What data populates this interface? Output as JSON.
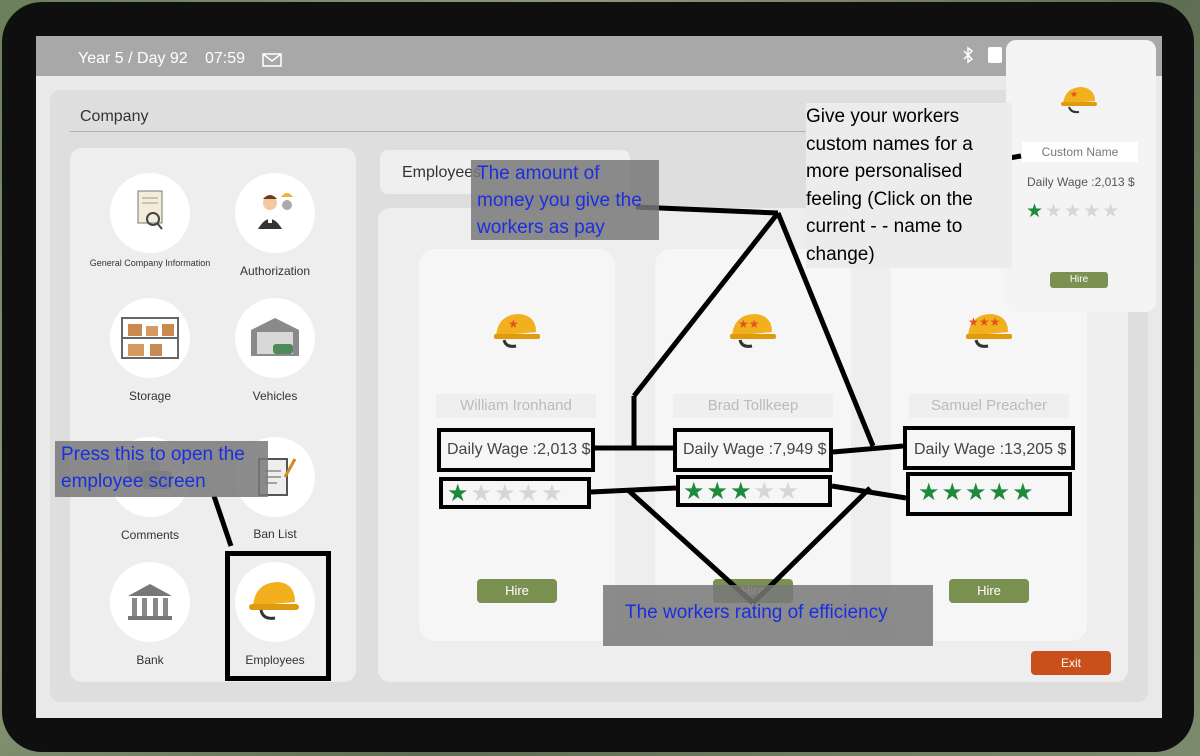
{
  "status_bar": {
    "date": "Year 5 / Day 92",
    "time": "07:59",
    "mail_icon": "mail-icon"
  },
  "section_title": "Company",
  "menu": [
    {
      "label": "General Company Information",
      "icon": "document-search-icon"
    },
    {
      "label": "Authorization",
      "icon": "manager-icon"
    },
    {
      "label": "Storage",
      "icon": "shelves-icon"
    },
    {
      "label": "Vehicles",
      "icon": "garage-icon"
    },
    {
      "label": "Comments",
      "icon": "comments-icon"
    },
    {
      "label": "Ban List",
      "icon": "ban-list-icon"
    },
    {
      "label": "Bank",
      "icon": "bank-icon"
    },
    {
      "label": "Employees",
      "icon": "hardhat-icon"
    }
  ],
  "employees_header": "Employees",
  "employees": [
    {
      "name": "William Ironhand",
      "wage": "Daily Wage :2,013 $",
      "rating": 1,
      "hire_label": "Hire"
    },
    {
      "name": "Brad Tollkeep",
      "wage": "Daily Wage :7,949 $",
      "rating": 3,
      "hire_label": "Hire"
    },
    {
      "name": "Samuel Preacher",
      "wage": "Daily Wage :13,205 $",
      "rating": 5,
      "hire_label": "Hire"
    }
  ],
  "popup": {
    "name_value": "Custom Name",
    "wage": "Daily Wage :2,013 $",
    "rating": 1,
    "hire_label": "Hire"
  },
  "exit_label": "Exit",
  "annotations": {
    "pay": "The amount of money you give the workers as pay",
    "open": "Press this to open the employee screen",
    "rating": "The workers rating of efficiency",
    "names": "Give your workers custom names for a more personalised feeling (Click on the current - - name to change)"
  },
  "colors": {
    "accent_green": "#7b9152",
    "star_green": "#1d8a3c",
    "exit_orange": "#c9501a",
    "annotation_text": "#1a2fe0"
  }
}
